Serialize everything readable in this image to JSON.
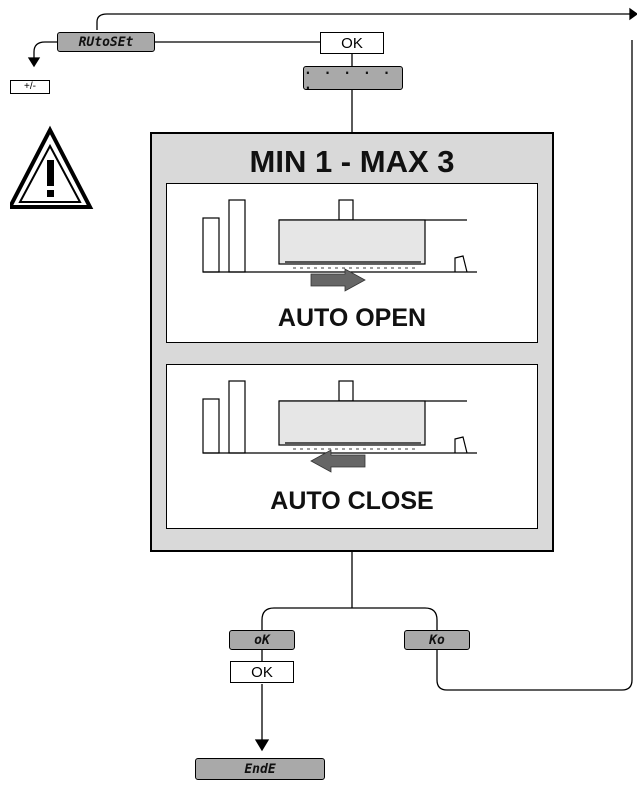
{
  "start_display": "RUtoSEt",
  "plus_minus_key": "+/-",
  "ok_key": "OK",
  "progress_display": ". . .   . . .",
  "warning": {
    "icon": "warning-triangle-icon"
  },
  "panel": {
    "title": "MIN 1 - MAX 3",
    "open_label": "AUTO OPEN",
    "close_label": "AUTO CLOSE"
  },
  "result_ok": "oK",
  "result_ko": "Ko",
  "confirm_key": "OK",
  "end_display": "EndE"
}
